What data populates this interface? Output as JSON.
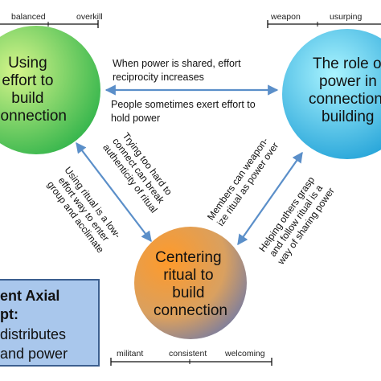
{
  "scales": {
    "top_left": {
      "left": "balanced",
      "right": "overkill"
    },
    "top_right": {
      "left": "weapon",
      "right": "usurping"
    },
    "bottom": {
      "left": "militant",
      "center": "consistent",
      "right": "welcoming"
    }
  },
  "circles": {
    "effort": {
      "lines": [
        "Using",
        "effort to",
        "build",
        "connection"
      ],
      "color_light": "#c8f07a",
      "color_dark": "#2fb34a"
    },
    "power": {
      "lines": [
        "The role of",
        "power in",
        "connection",
        "building"
      ],
      "color_light": "#9ff0ff",
      "color_dark": "#1d9fd6"
    },
    "ritual": {
      "lines": [
        "Centering",
        "ritual to",
        "build",
        "connection"
      ],
      "color_light": "#ffb040",
      "color_dark": "#7a7fa8"
    }
  },
  "edges": {
    "effort_power_top": [
      "When power is shared, effort",
      "reciprocity increases"
    ],
    "effort_power_bottom": [
      "People sometimes exert effort to",
      "hold power"
    ],
    "effort_ritual_upper": [
      "Trying too hard to",
      "connect can break",
      "authenticity of ritual"
    ],
    "effort_ritual_lower": [
      "Using ritual is a low-",
      "effort way to enter",
      "group and acclimate"
    ],
    "power_ritual_upper": [
      "Members can weapon-",
      "ize ritual as power over"
    ],
    "power_ritual_lower": [
      "Helping others grasp",
      "and follow ritual is a",
      "way of sharing power"
    ]
  },
  "axial_box": {
    "lines": [
      "ent Axial",
      "pt:",
      "distributes",
      "and power"
    ],
    "background": "#a9c7ec",
    "border": "#3c5f8f"
  },
  "arrow_color": "#5b8fc9"
}
